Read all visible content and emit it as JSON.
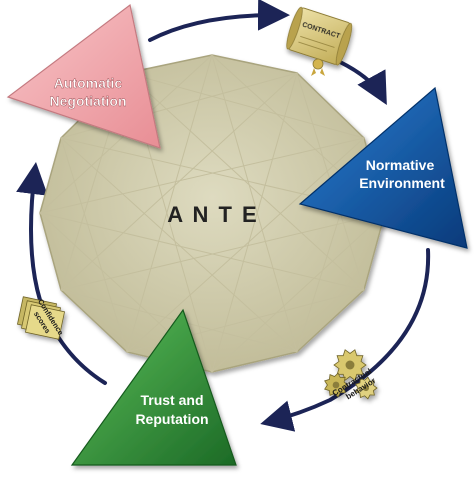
{
  "center": {
    "label": "A N T E"
  },
  "components": {
    "negotiation": {
      "line1": "Automatic",
      "line2": "Negotiation"
    },
    "normative": {
      "line1": "Normative",
      "line2": "Environment"
    },
    "trust": {
      "line1": "Trust and",
      "line2": "Reputation"
    }
  },
  "artifacts": {
    "contract": {
      "label": "CONTRACT"
    },
    "behavior": {
      "line1": "Contractual",
      "line2": "behavior"
    },
    "scores": {
      "line1": "Confidence",
      "line2": "scores"
    }
  },
  "colors": {
    "center_fill": "#cfcbab",
    "negotiation_fill": "#f3a9ae",
    "normative_fill": "#0e4f9e",
    "trust_fill": "#2f8f3a",
    "arrow": "#1c2456",
    "parchment": "#d8c67a"
  }
}
